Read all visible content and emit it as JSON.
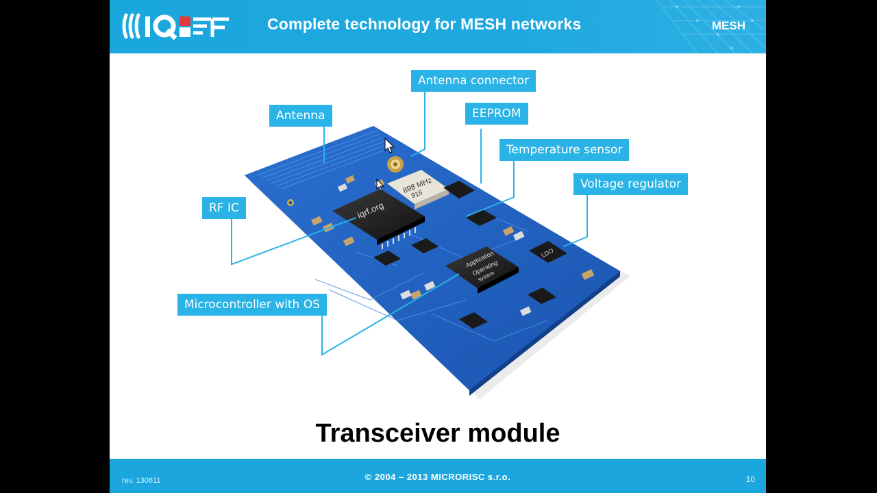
{
  "slide": {
    "title": "Complete technology for MESH networks",
    "section": "MESH",
    "caption": "Transceiver module",
    "footer": {
      "rev": "rev. 130611",
      "copyright": "© 2004 – 2013 MICRORISC s.r.o.",
      "page_number": "10"
    }
  },
  "figure": {
    "callouts": {
      "antenna": "Antenna",
      "antenna_connector": "Antenna connector",
      "eeprom": "EEPROM",
      "temperature_sensor": "Temperature sensor",
      "voltage_regulator": "Voltage regulator",
      "rf_ic": "RF IC",
      "microcontroller": "Microcontroller with OS"
    },
    "chip_labels": {
      "rf_chip": "iqrf.org",
      "crystal": "898 MHz",
      "crystal_sub": "916",
      "mcu_line1": "Application",
      "mcu_line2": "Operating",
      "mcu_line3": "system",
      "ldo": "LDO"
    }
  },
  "colors": {
    "header_blue": "#1ea8df",
    "callout_blue": "#2ab3e6",
    "pcb_blue": "#1f5fbe"
  }
}
